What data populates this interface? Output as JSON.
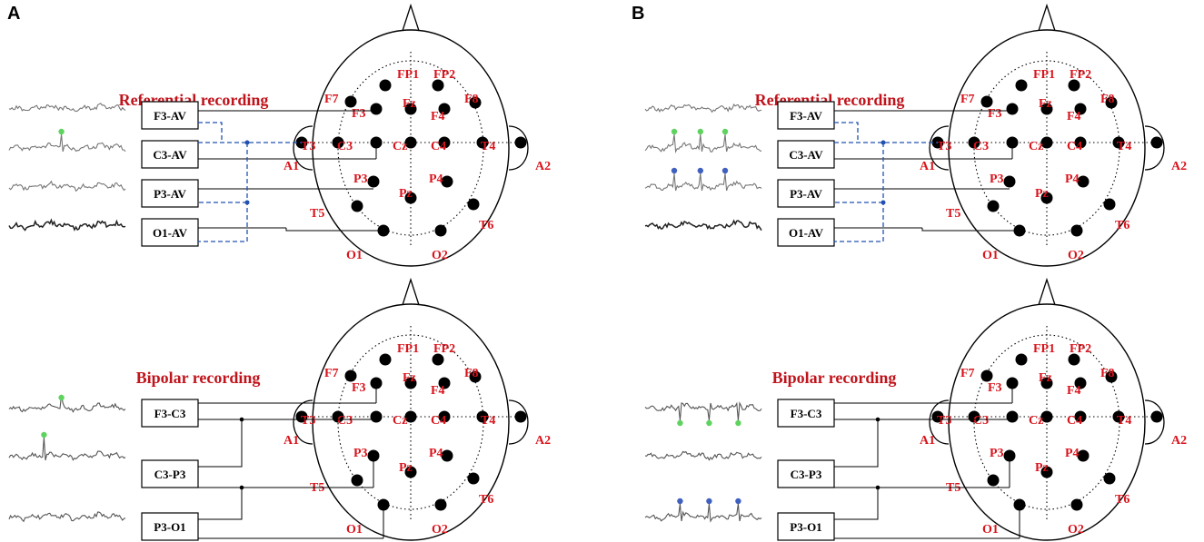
{
  "panels": [
    {
      "letter": "A",
      "diagrams": [
        {
          "title": "Referential recording",
          "channels": [
            "F3-AV",
            "C3-AV",
            "P3-AV",
            "O1-AV"
          ],
          "mode": "referential",
          "spike_markers": [
            [],
            [
              "green"
            ],
            [],
            []
          ]
        },
        {
          "title": "Bipolar recording",
          "channels": [
            "F3-C3",
            "C3-P3",
            "P3-O1"
          ],
          "mode": "bipolar",
          "spike_markers": [
            [
              "green"
            ],
            [
              "green"
            ],
            []
          ]
        }
      ]
    },
    {
      "letter": "B",
      "diagrams": [
        {
          "title": "Referential recording",
          "channels": [
            "F3-AV",
            "C3-AV",
            "P3-AV",
            "O1-AV"
          ],
          "mode": "referential",
          "spike_markers": [
            [],
            [
              "green",
              "green",
              "green"
            ],
            [
              "blue",
              "blue",
              "blue"
            ],
            []
          ]
        },
        {
          "title": "Bipolar recording",
          "channels": [
            "F3-C3",
            "C3-P3",
            "P3-O1"
          ],
          "mode": "bipolar",
          "spike_markers": [
            [
              "green",
              "green",
              "green"
            ],
            [],
            [
              "blue",
              "blue",
              "blue"
            ]
          ]
        }
      ]
    }
  ],
  "electrodes": {
    "FP1": "FP1",
    "FP2": "FP2",
    "F7": "F7",
    "F3": "F3",
    "Fz": "Fz",
    "F4": "F4",
    "F8": "F8",
    "T3": "T3",
    "C3": "C3",
    "Cz": "Cz",
    "C4": "C4",
    "T4": "T4",
    "T5": "T5",
    "P3": "P3",
    "Pz": "Pz",
    "P4": "P4",
    "T6": "T6",
    "O1": "O1",
    "O2": "O2",
    "A1": "A1",
    "A2": "A2"
  },
  "colors": {
    "title": "#c0141c",
    "electrode_label": "#d9141c",
    "average_reference_line": "#2050b0",
    "spike_green": "#5fd35f",
    "spike_blue": "#4060c0"
  }
}
